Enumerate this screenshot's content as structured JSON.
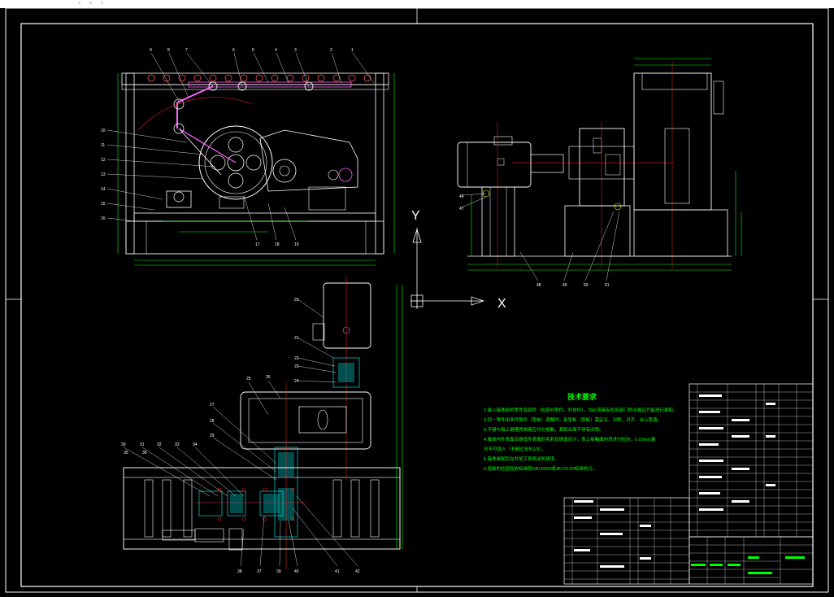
{
  "drawing": {
    "axes": {
      "y_label": "Y",
      "x_label": "X"
    },
    "technical_requirements": {
      "title": "技术要求",
      "lines": [
        "1.装入箱体前的零件及部件（包括外购件、外协件），均必须具有检验部门的合格证方能进行装配。",
        "2.同一零件用多件钢片（垫板）调整时，各垫板（垫板）需定叉、对称、对齐、合心垫落。",
        "3.平键与轴上键槽两侧面应均匀接触，其配合面不得有间隙。",
        "4.箱体内外表面及铸造件表面的毛刺及铸造泥沙，表上接触面内须进行检验，0.03mm塞",
        "尺不可插入（不超过全长1/3）。",
        "5.箱体装配后在非加工表面涂防锈漆。",
        "6.组装的检验验收标准按GB10095或JB179-83标准执行。"
      ]
    },
    "part_numbers": {
      "front_top": [
        "9",
        "8",
        "7",
        "6",
        "5",
        "4",
        "3",
        "2",
        "1"
      ],
      "front_left": [
        "10",
        "11",
        "12",
        "13",
        "14",
        "15",
        "16"
      ],
      "front_bottom": [
        "17",
        "18",
        "19"
      ],
      "side": [
        "46",
        "47",
        "48",
        "49",
        "50",
        "51"
      ],
      "plan_right": [
        "20",
        "21",
        "22",
        "23",
        "24",
        "25",
        "26"
      ],
      "plan_left": [
        "27",
        "28",
        "29",
        "30",
        "31",
        "32",
        "33",
        "34",
        "35",
        "36"
      ],
      "plan_bottom": [
        "38",
        "37",
        "39",
        "40",
        "41",
        "42"
      ]
    }
  }
}
